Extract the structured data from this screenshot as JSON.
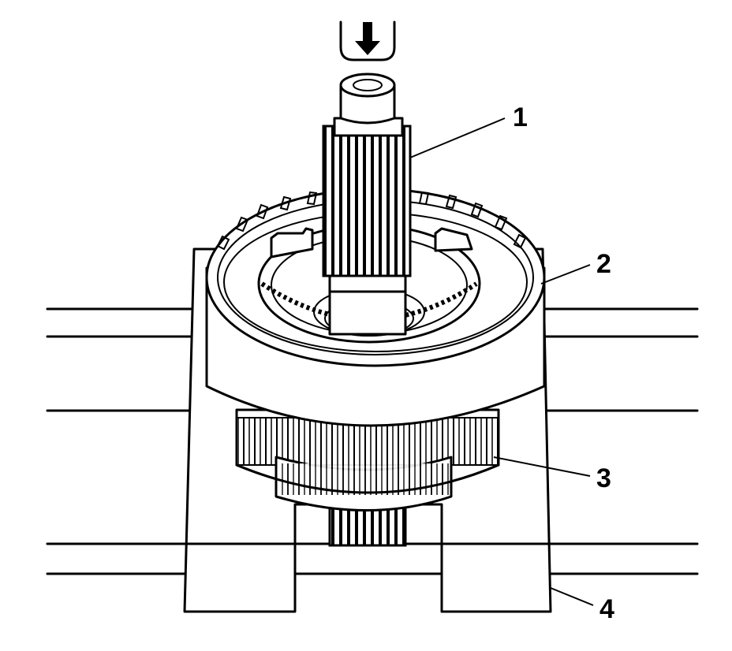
{
  "callouts": [
    {
      "id": "1",
      "label": "1"
    },
    {
      "id": "2",
      "label": "2"
    },
    {
      "id": "3",
      "label": "3"
    },
    {
      "id": "4",
      "label": "4"
    }
  ],
  "icons": {
    "press_arrow": "arrow-down-icon"
  }
}
